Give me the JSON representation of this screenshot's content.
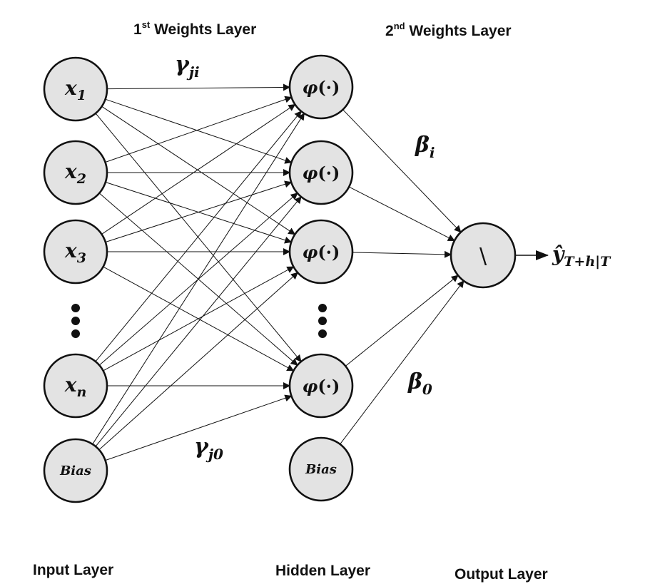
{
  "headings": {
    "first_weights_num": "1",
    "first_weights_sup": "st",
    "first_weights_rest": " Weights Layer",
    "second_weights_num": "2",
    "second_weights_sup": "nd",
    "second_weights_rest": " Weights Layer"
  },
  "layers": {
    "input": "Input Layer",
    "hidden": "Hidden Layer",
    "output": "Output Layer"
  },
  "input_nodes": [
    {
      "base": "x",
      "sub": "1"
    },
    {
      "base": "x",
      "sub": "2"
    },
    {
      "base": "x",
      "sub": "3"
    },
    {
      "base": "x",
      "sub": "n"
    }
  ],
  "input_bias": "Bias",
  "hidden_node": {
    "phi": "φ",
    "args": "(·)"
  },
  "hidden_bias": "Bias",
  "output_node": "\\",
  "weights": {
    "gamma_ji": {
      "base": "γ",
      "sub": "ji"
    },
    "gamma_j0": {
      "base": "γ",
      "sub": "j0"
    },
    "beta_i": {
      "base": "β",
      "sub": "i"
    },
    "beta_0": {
      "base": "β",
      "sub": "0"
    }
  },
  "output_value": {
    "base": "ŷ",
    "sub": "T+h|T"
  }
}
